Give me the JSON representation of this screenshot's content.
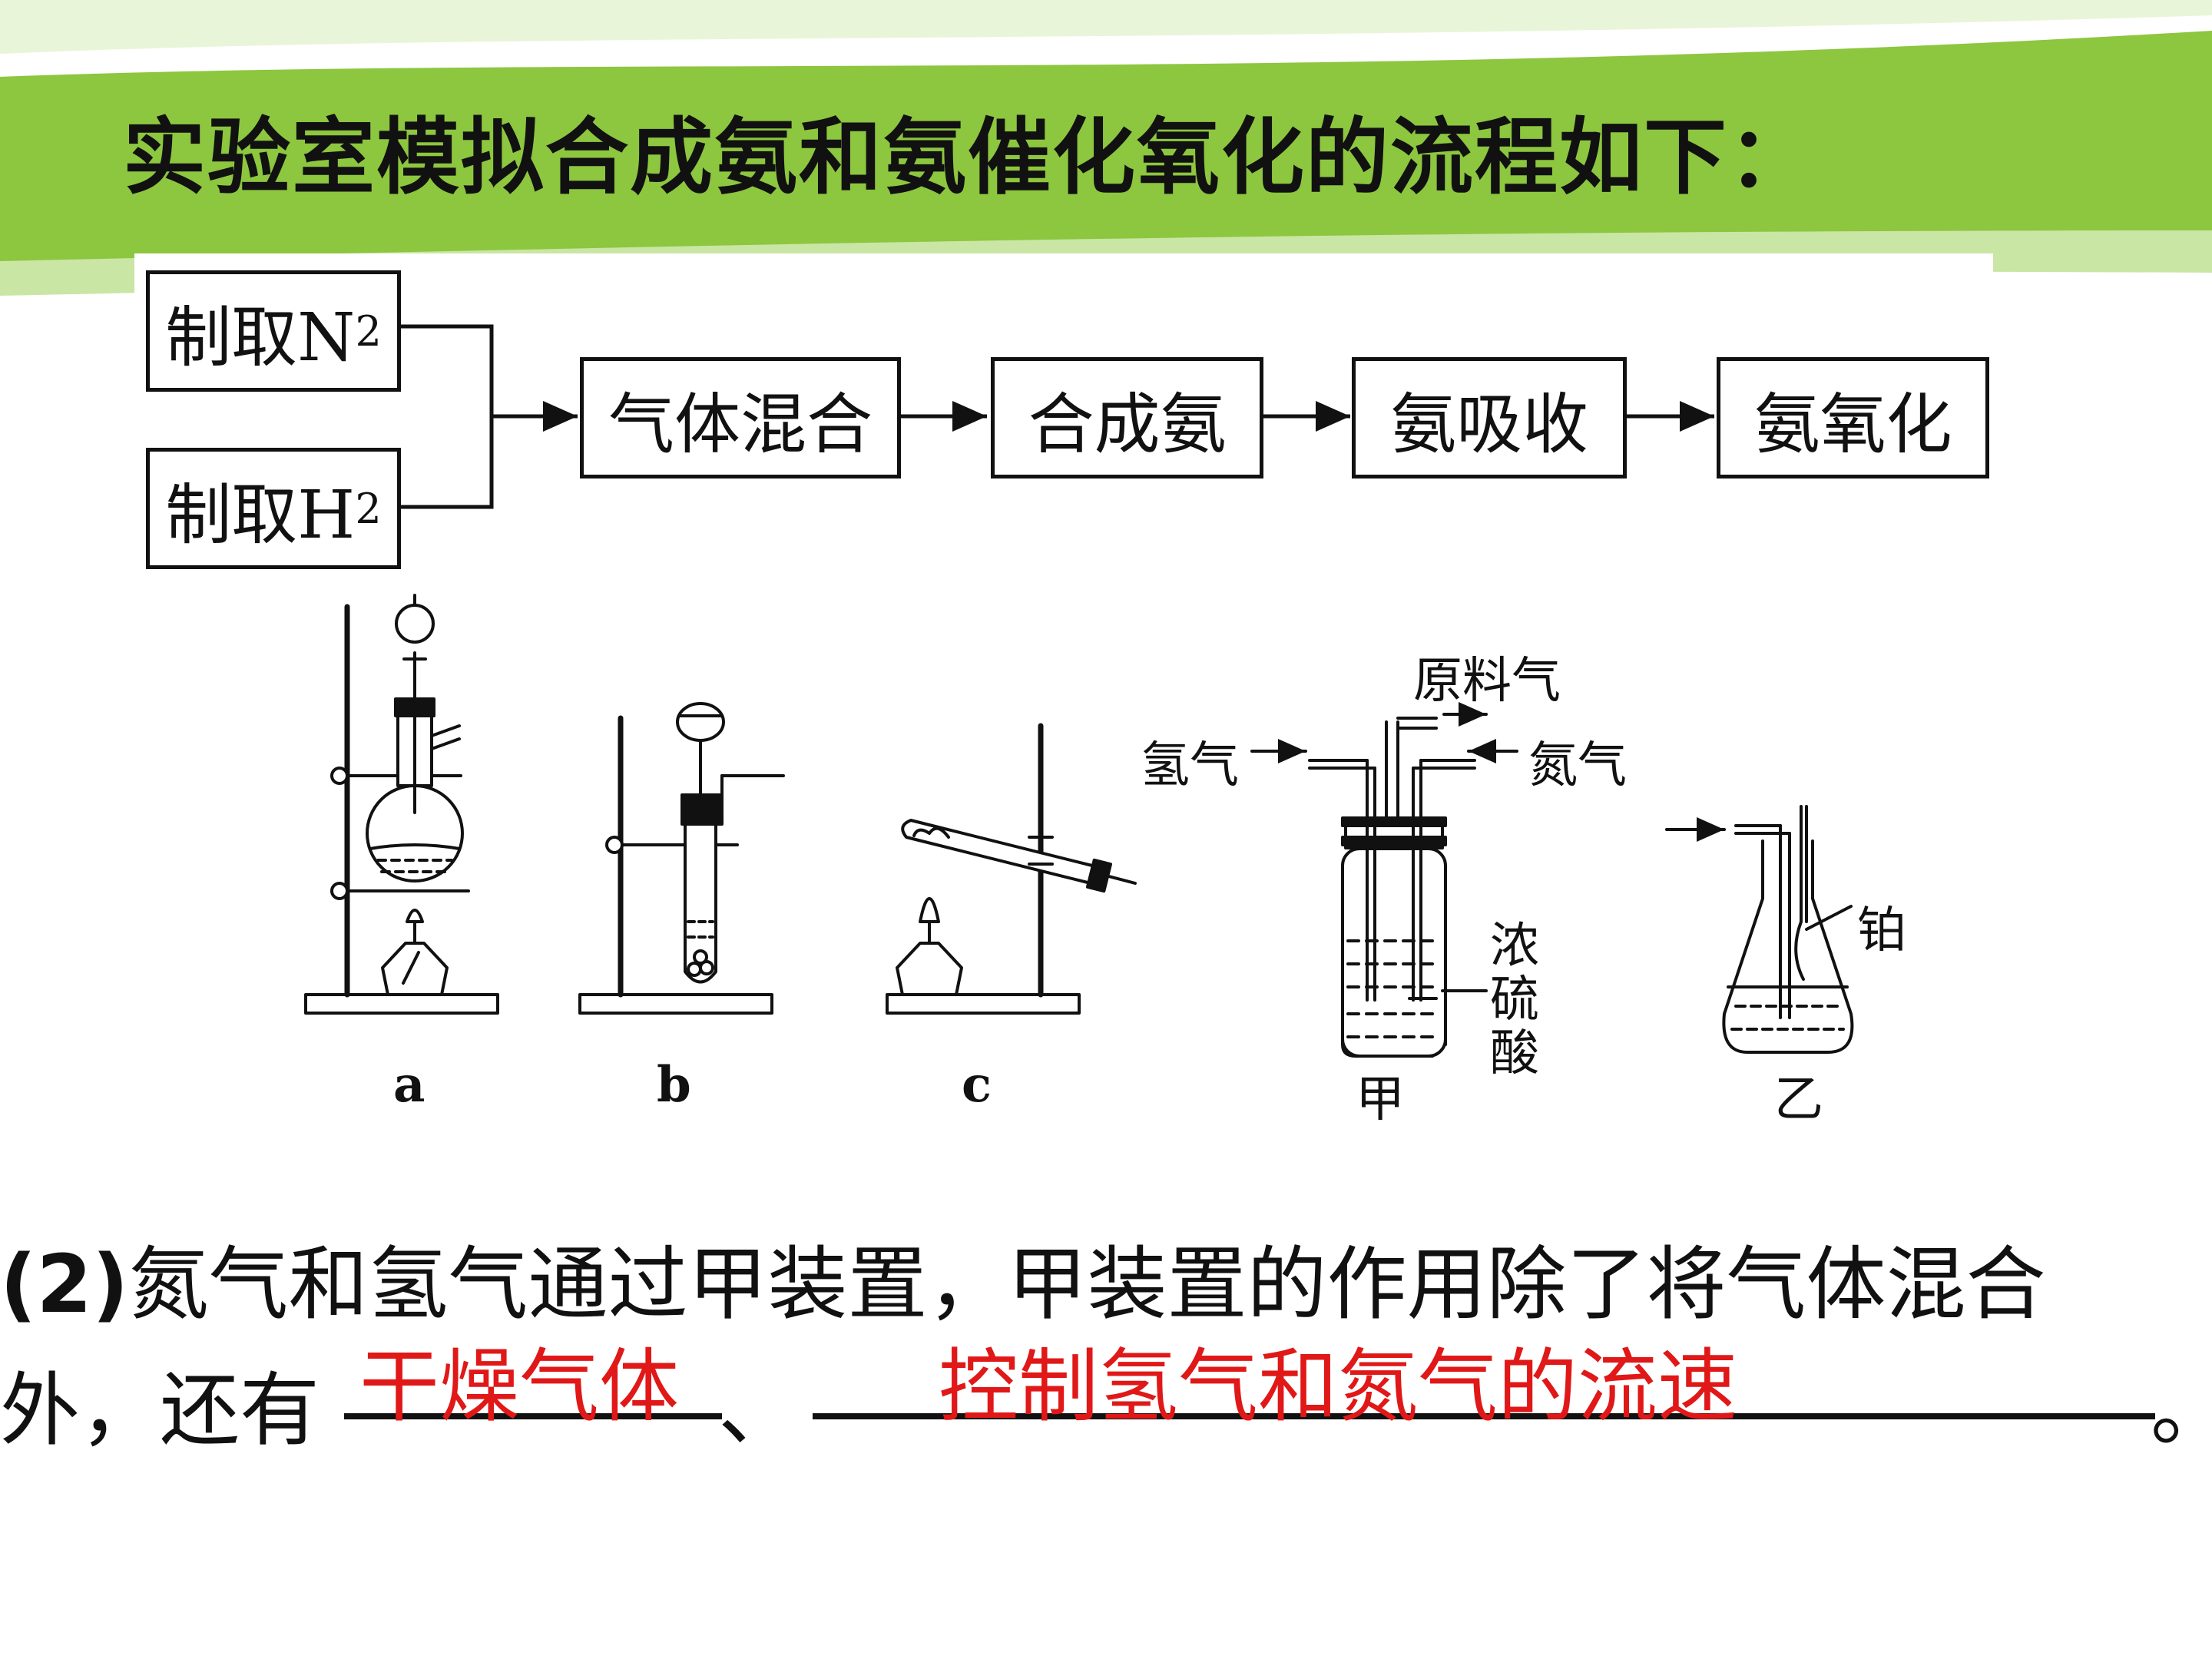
{
  "title": "实验室模拟合成氨和氨催化氧化的流程如下：",
  "flowchart": {
    "source_1": {
      "text": "制取N",
      "sub": "2"
    },
    "source_2": {
      "text": "制取H",
      "sub": "2"
    },
    "steps": [
      "气体混合",
      "合成氨",
      "氨吸收",
      "氨氧化"
    ]
  },
  "apparatus_labels": {
    "a": "a",
    "b": "b",
    "c": "c",
    "jia": "甲",
    "yi": "乙",
    "raw_gas": "原料气",
    "hydrogen": "氢气",
    "nitrogen": "氮气",
    "acid_1": "浓",
    "acid_2": "硫",
    "acid_3": "酸",
    "platinum": "铂"
  },
  "question": {
    "number": "(2)",
    "line1": "氮气和氢气通过甲装置，甲装置的作用除了将气体混合",
    "line2_start": "外，还有",
    "separator": "、",
    "end": "。",
    "answer_1": "干燥气体",
    "answer_2": "控制氢气和氮气的流速"
  },
  "colors": {
    "banner": "#8dc63f",
    "answer": "#e01818"
  }
}
